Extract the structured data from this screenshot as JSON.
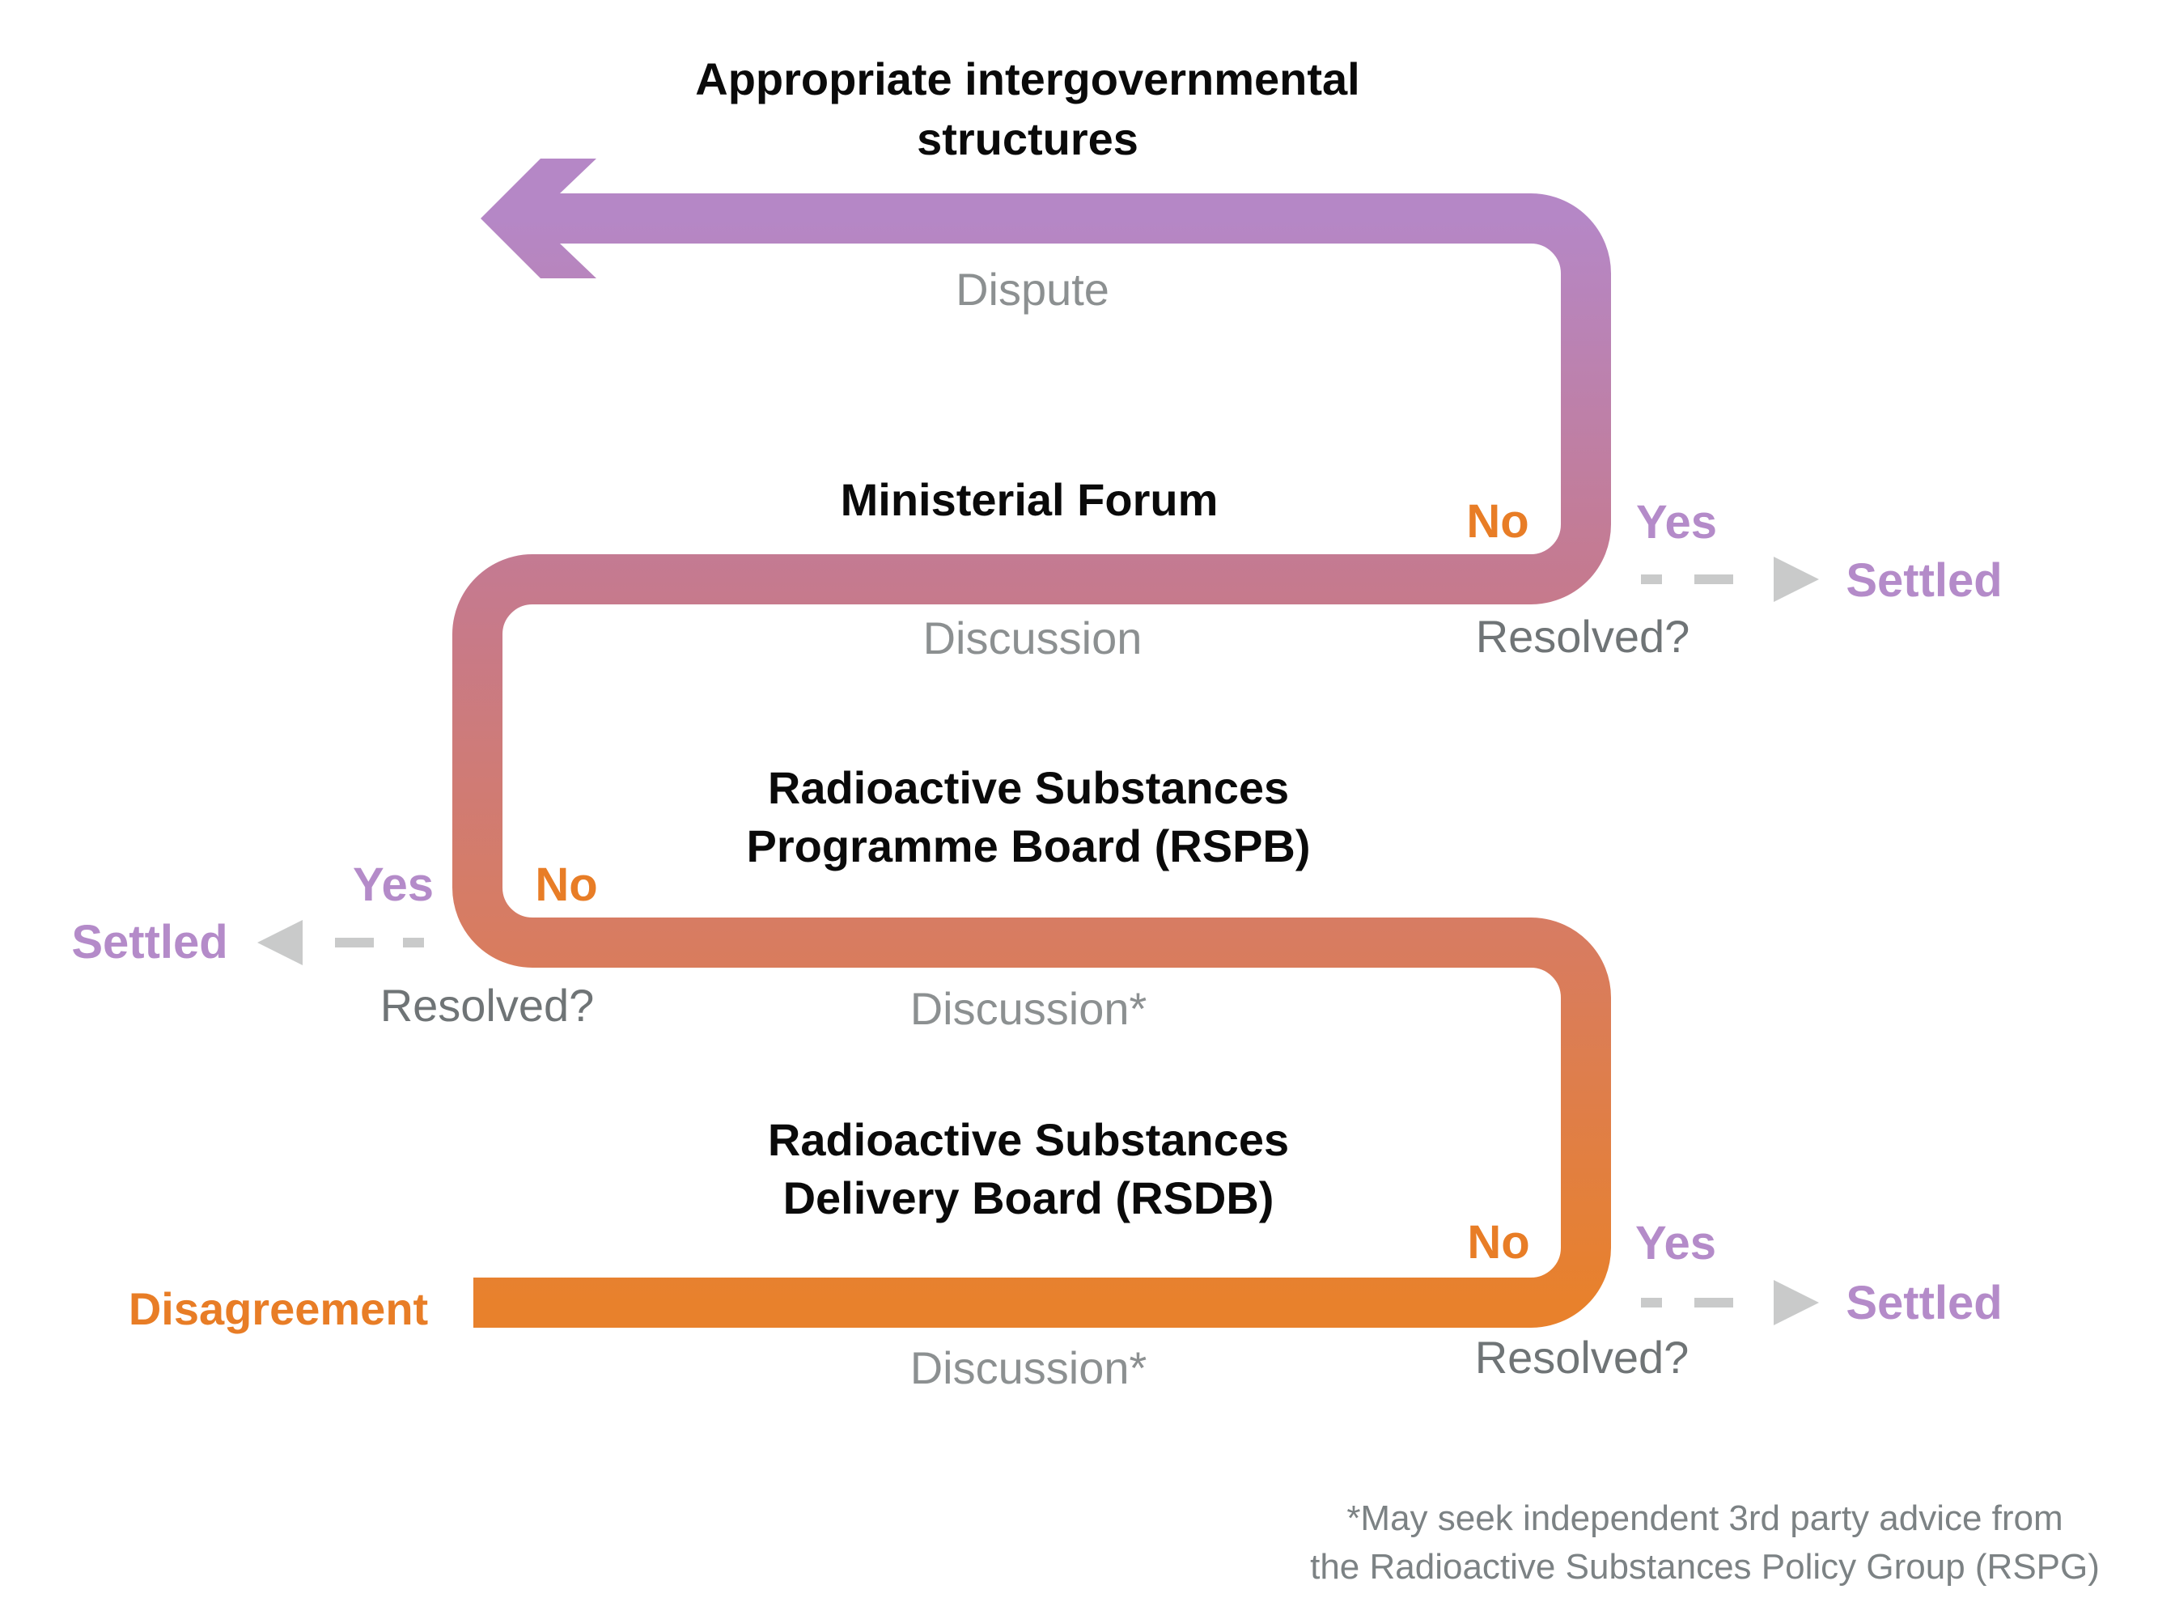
{
  "title": {
    "line1": "Appropriate intergovernmental",
    "line2": "structures"
  },
  "top_flow": {
    "label": "Dispute"
  },
  "start": {
    "label": "Disagreement"
  },
  "levels": [
    {
      "name_line1": "Ministerial Forum",
      "name_line2": "",
      "discussion_label": "Discussion",
      "resolved_label": "Resolved?",
      "no_label": "No",
      "yes_label": "Yes",
      "settled_label": "Settled",
      "exit_side": "right"
    },
    {
      "name_line1": "Radioactive Substances",
      "name_line2": "Programme Board (RSPB)",
      "discussion_label": "Discussion*",
      "resolved_label": "Resolved?",
      "no_label": "No",
      "yes_label": "Yes",
      "settled_label": "Settled",
      "exit_side": "left"
    },
    {
      "name_line1": "Radioactive Substances",
      "name_line2": "Delivery Board (RSDB)",
      "discussion_label": "Discussion*",
      "resolved_label": "Resolved?",
      "no_label": "No",
      "yes_label": "Yes",
      "settled_label": "Settled",
      "exit_side": "right"
    }
  ],
  "footnote": {
    "line1": "*May seek independent 3rd party advice from",
    "line2": "the Radioactive Substances Policy Group (RSPG)"
  },
  "colors": {
    "gradient_top_purple": "#B587C6",
    "gradient_rose": "#C57A8F",
    "gradient_coral": "#D87C60",
    "gradient_bottom_orange": "#E8812C",
    "no_text_orange": "#E87D26",
    "yes_settled_purple": "#B48BC9",
    "discussion_gray": "#8C9091",
    "resolved_gray": "#6F7476",
    "footnote_gray": "#7C8284",
    "dash_gray": "#C9CACA",
    "board_text_black": "#0A0A0A",
    "background": "#FFFFFF"
  }
}
